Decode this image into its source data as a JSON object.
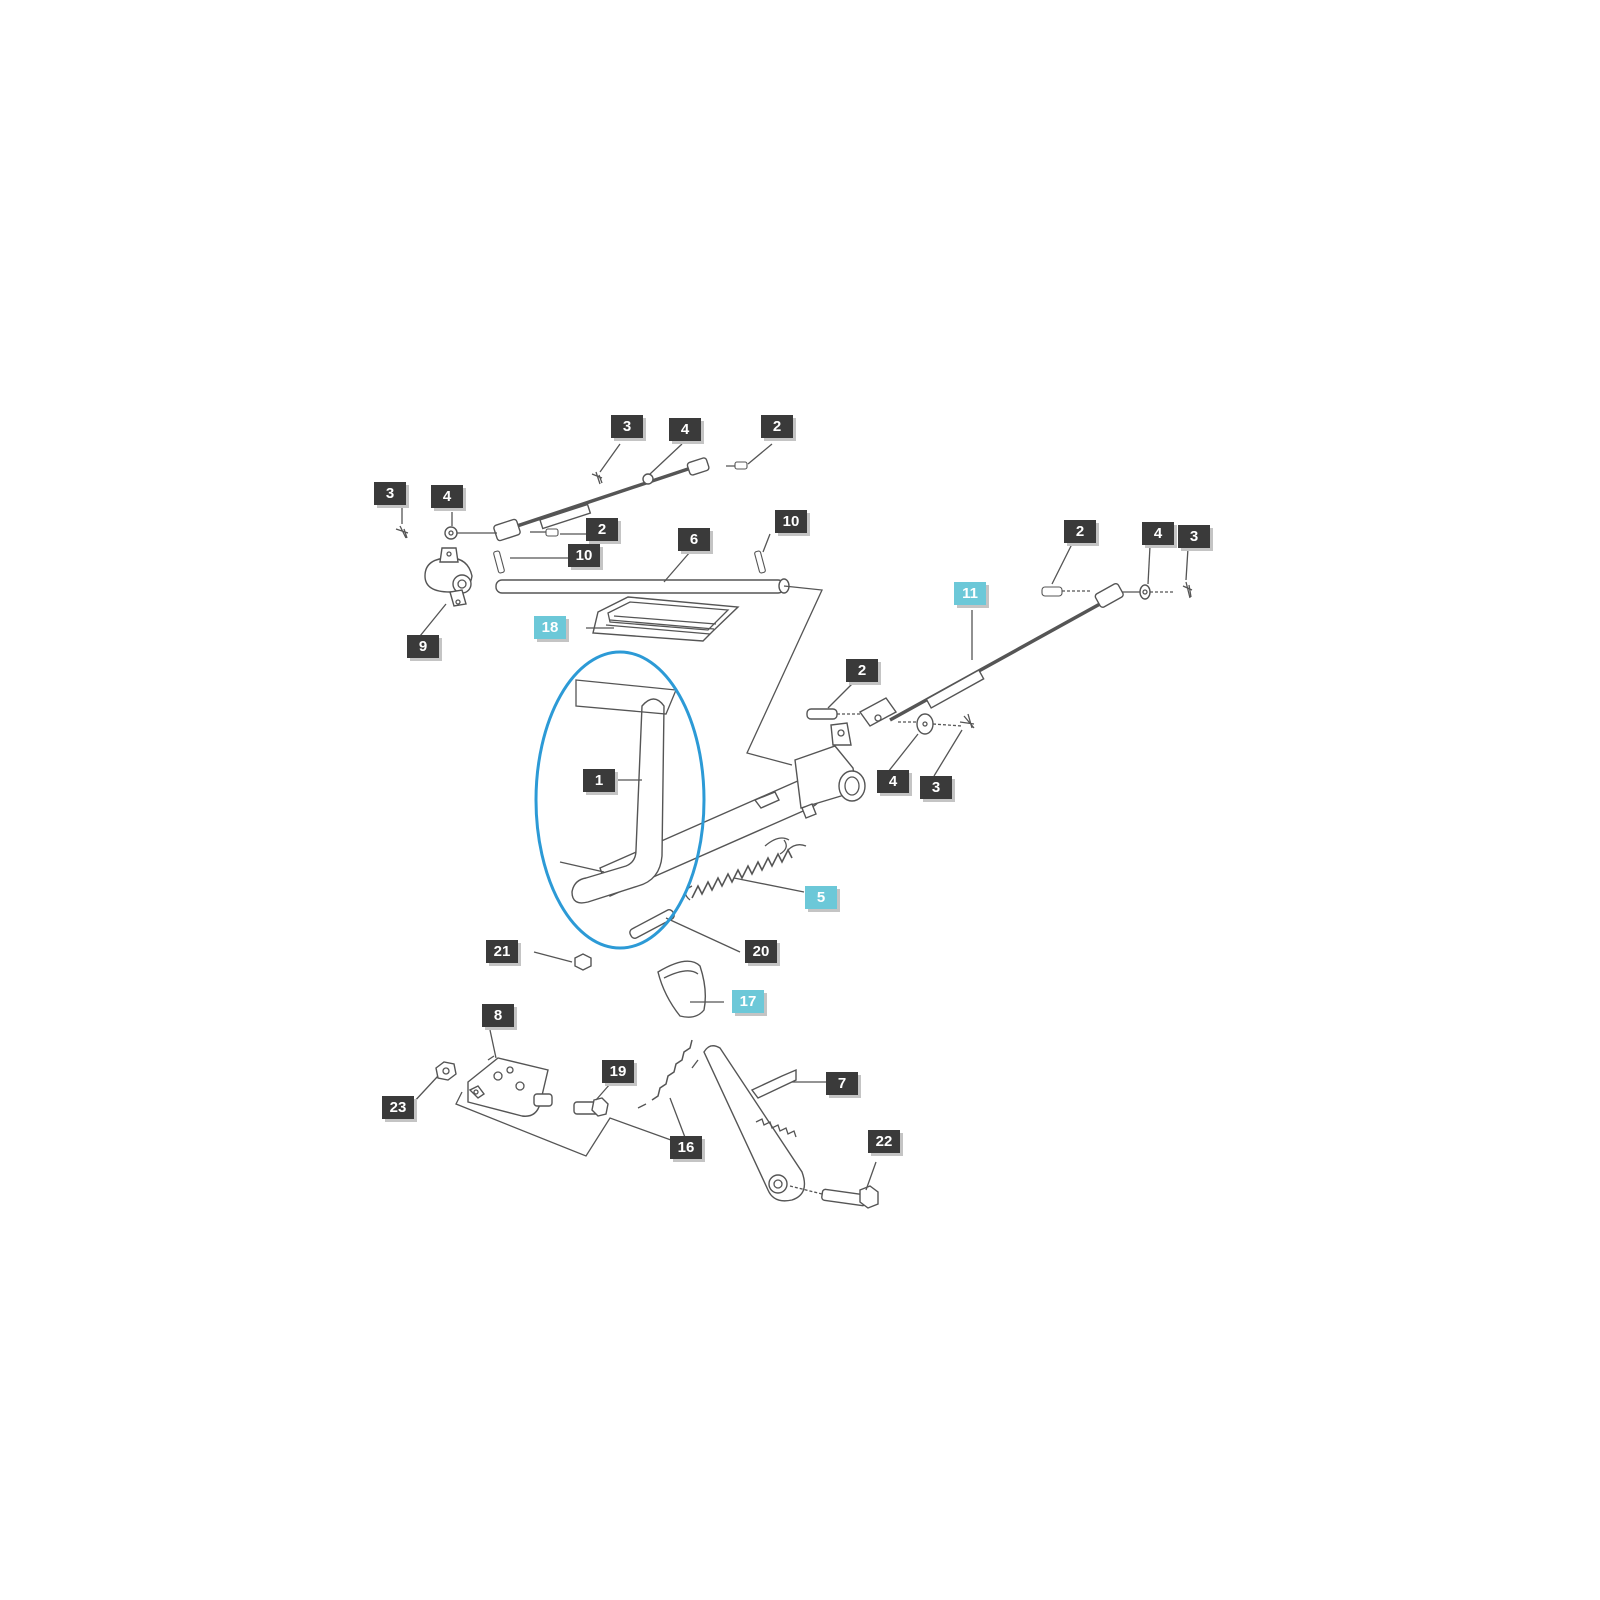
{
  "colors": {
    "label_bg": "#3a3a3a",
    "label_highlight_bg": "#6cc8d8",
    "label_text": "#ffffff",
    "highlight_ellipse": "#2c9ad6"
  },
  "labels": [
    {
      "id": "lbl-3-top",
      "text": "3",
      "highlight": false
    },
    {
      "id": "lbl-4-top",
      "text": "4",
      "highlight": false
    },
    {
      "id": "lbl-2-top",
      "text": "2",
      "highlight": false
    },
    {
      "id": "lbl-3-left",
      "text": "3",
      "highlight": false
    },
    {
      "id": "lbl-4-left",
      "text": "4",
      "highlight": false
    },
    {
      "id": "lbl-2-mid",
      "text": "2",
      "highlight": false
    },
    {
      "id": "lbl-6",
      "text": "6",
      "highlight": false
    },
    {
      "id": "lbl-10-right",
      "text": "10",
      "highlight": false
    },
    {
      "id": "lbl-10-left",
      "text": "10",
      "highlight": false
    },
    {
      "id": "lbl-2-right",
      "text": "2",
      "highlight": false
    },
    {
      "id": "lbl-4-right",
      "text": "4",
      "highlight": false
    },
    {
      "id": "lbl-3-right",
      "text": "3",
      "highlight": false
    },
    {
      "id": "lbl-11",
      "text": "11",
      "highlight": true
    },
    {
      "id": "lbl-18",
      "text": "18",
      "highlight": true
    },
    {
      "id": "lbl-9",
      "text": "9",
      "highlight": false
    },
    {
      "id": "lbl-2-lower",
      "text": "2",
      "highlight": false
    },
    {
      "id": "lbl-1",
      "text": "1",
      "highlight": false
    },
    {
      "id": "lbl-4-lower",
      "text": "4",
      "highlight": false
    },
    {
      "id": "lbl-3-lower",
      "text": "3",
      "highlight": false
    },
    {
      "id": "lbl-5",
      "text": "5",
      "highlight": true
    },
    {
      "id": "lbl-21",
      "text": "21",
      "highlight": false
    },
    {
      "id": "lbl-20",
      "text": "20",
      "highlight": false
    },
    {
      "id": "lbl-17",
      "text": "17",
      "highlight": true
    },
    {
      "id": "lbl-8",
      "text": "8",
      "highlight": false
    },
    {
      "id": "lbl-19",
      "text": "19",
      "highlight": false
    },
    {
      "id": "lbl-7",
      "text": "7",
      "highlight": false
    },
    {
      "id": "lbl-23",
      "text": "23",
      "highlight": false
    },
    {
      "id": "lbl-16",
      "text": "16",
      "highlight": false
    },
    {
      "id": "lbl-22",
      "text": "22",
      "highlight": false
    }
  ]
}
